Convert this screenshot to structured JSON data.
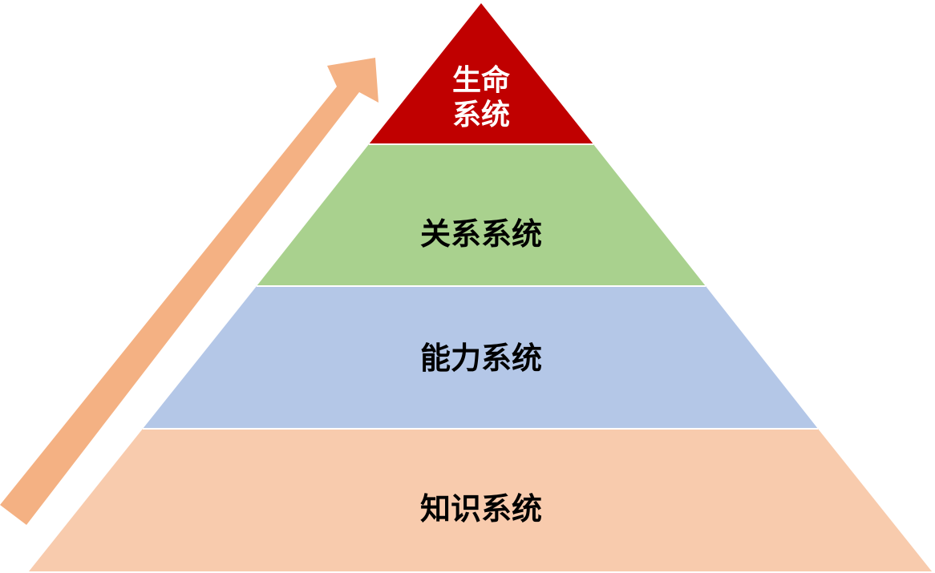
{
  "diagram": {
    "type": "pyramid",
    "direction_arrow": {
      "description": "upward diagonal arrow along left side",
      "color": "#F4B183"
    },
    "levels": [
      {
        "line1": "生命",
        "line2": "系统",
        "color": "#C00000",
        "text_color": "#FFFFFF"
      },
      {
        "label": "关系系统",
        "color": "#A9D18E",
        "text_color": "#000000"
      },
      {
        "label": "能力系统",
        "color": "#B4C7E7",
        "text_color": "#000000"
      },
      {
        "label": "知识系统",
        "color": "#F8CBAD",
        "text_color": "#000000"
      }
    ]
  }
}
